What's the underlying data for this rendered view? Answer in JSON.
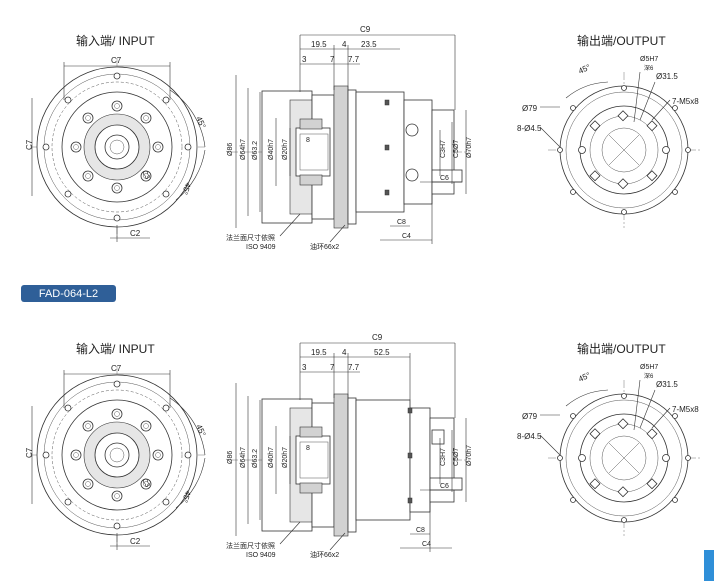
{
  "views": {
    "input_title": "输入端/ INPUT",
    "output_title": "输出端/OUTPUT"
  },
  "model_tag": "FAD-064-L2",
  "top": {
    "input_dims": {
      "c7_top": "C7",
      "c7_side": "C7",
      "c2": "C2",
      "c3": "C3",
      "angle1": "45°",
      "angle2": "45°"
    },
    "side_dims": {
      "c9": "C9",
      "d1": "19.5",
      "d2": "4",
      "d3": "23.5",
      "d4": "3",
      "d5": "7",
      "d6": "7.7",
      "phi86": "Ø86",
      "phi64": "Ø64h7",
      "phi63": "Ø63.2",
      "phi40": "Ø40h7",
      "phi20": "Ø20h7",
      "d8": "8",
      "c3h7": "C3H7",
      "c5": "C5Ø7",
      "phi70": "Ø70h7",
      "c6": "C6",
      "c8": "C8",
      "c4": "C4"
    },
    "notes": {
      "flange": "法兰面尺寸依照",
      "iso": "ISO 9409",
      "oring": "油环66x2"
    },
    "output_dims": {
      "angle": "45°",
      "phi5": "Ø5H7",
      "depth": "深6",
      "phi31": "Ø31.5",
      "phi79": "Ø79",
      "holes8": "8-Ø4.5",
      "holes7": "7-M5x8"
    }
  },
  "bottom": {
    "input_dims": {
      "c7_top": "C7",
      "c7_side": "C7",
      "c2": "C2",
      "c3": "C3",
      "angle1": "45°",
      "angle2": "45°"
    },
    "side_dims": {
      "c9": "C9",
      "d1": "19.5",
      "d2": "4",
      "d3": "52.5",
      "d4": "3",
      "d5": "7",
      "d6": "7.7",
      "phi86": "Ø86",
      "phi64": "Ø64h7",
      "phi63": "Ø63.2",
      "phi40": "Ø40h7",
      "phi20": "Ø20h7",
      "d8": "8",
      "c3h7": "C3H7",
      "c5": "C5Ø7",
      "phi70": "Ø70h7",
      "c6": "C6",
      "c8": "C8",
      "c4": "C4"
    },
    "notes": {
      "flange": "法兰面尺寸依照",
      "iso": "ISO 9409",
      "oring": "油环66x2"
    },
    "output_dims": {
      "angle": "45°",
      "phi5": "Ø5H7",
      "depth": "深6",
      "phi31": "Ø31.5",
      "phi79": "Ø79",
      "holes8": "8-Ø4.5",
      "holes7": "7-M5x8"
    }
  }
}
